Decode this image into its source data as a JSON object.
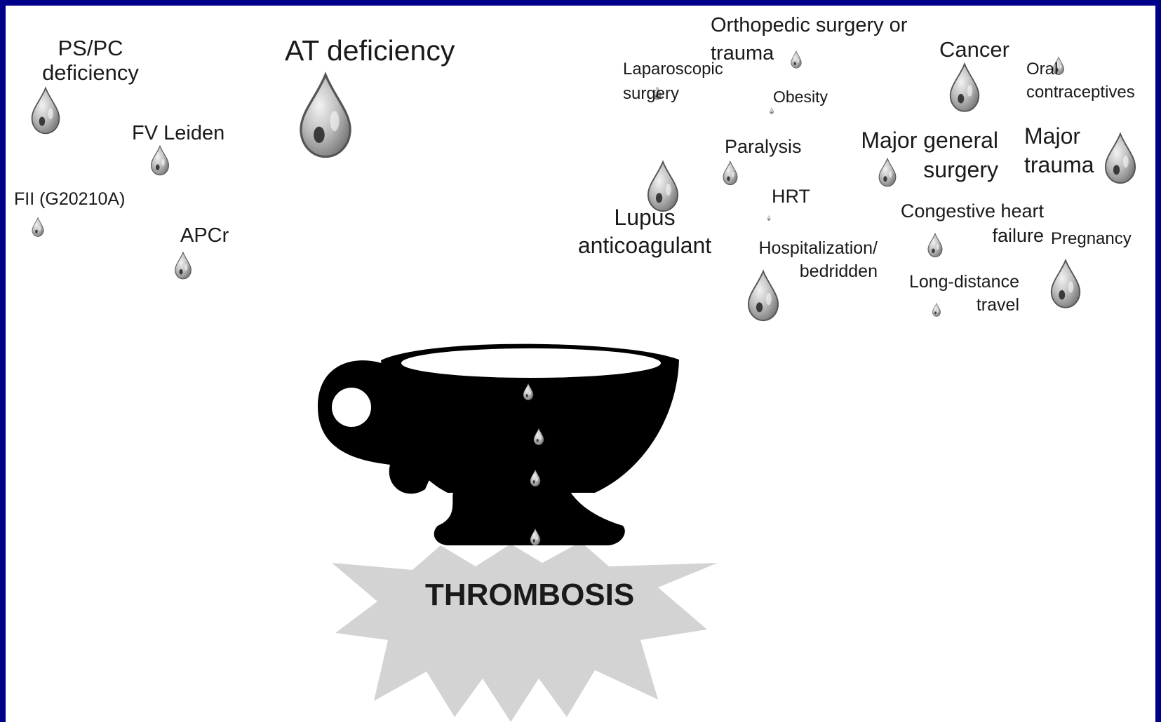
{
  "diagram": {
    "outcome_label": "THROMBOSIS",
    "inherited_factors": [
      {
        "label": "PS/PC deficiency"
      },
      {
        "label": "AT deficiency"
      },
      {
        "label": "FV Leiden"
      },
      {
        "label": "FII (G20210A)"
      },
      {
        "label": "APCr"
      }
    ],
    "acquired_factors": [
      {
        "label": "Orthopedic surgery or trauma"
      },
      {
        "label": "Laparoscopic surgery"
      },
      {
        "label": "Obesity"
      },
      {
        "label": "Cancer"
      },
      {
        "label": "Oral contraceptives"
      },
      {
        "label": "Paralysis"
      },
      {
        "label": "Major general surgery"
      },
      {
        "label": "Major trauma"
      },
      {
        "label": "Lupus anticoagulant"
      },
      {
        "label": "HRT"
      },
      {
        "label": "Congestive heart failure"
      },
      {
        "label": "Pregnancy"
      },
      {
        "label": "Hospitalization/ bedridden"
      },
      {
        "label": "Long-distance travel"
      }
    ],
    "colors": {
      "border": "#00008b",
      "cup": "#000000",
      "burst": "#d3d3d3"
    }
  }
}
